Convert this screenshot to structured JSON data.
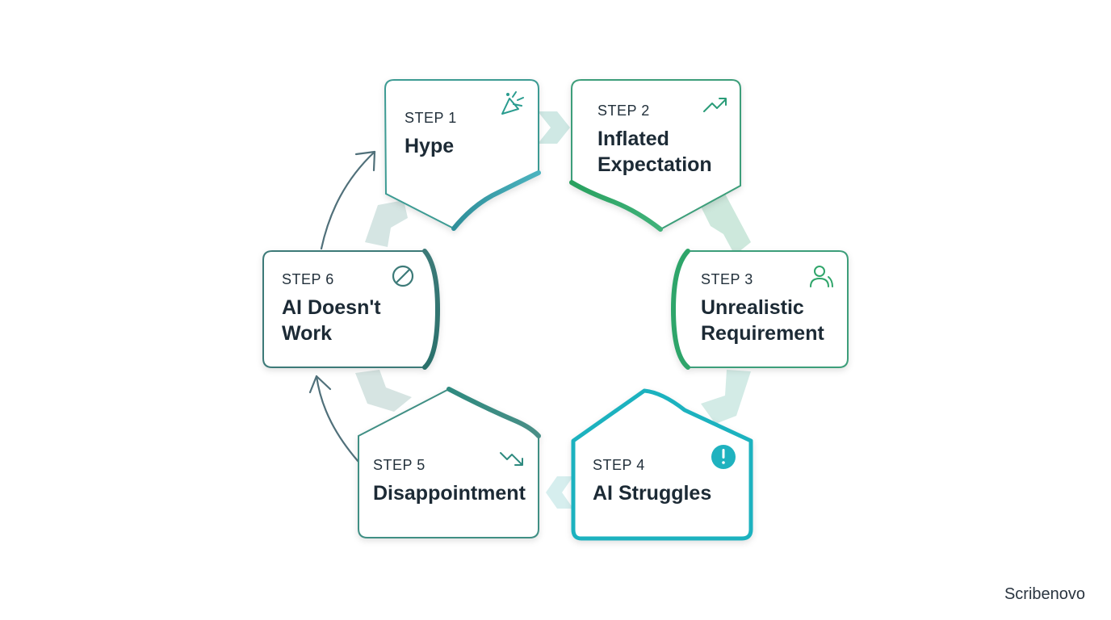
{
  "steps": [
    {
      "label": "STEP 1",
      "title": "Hype",
      "icon": "party-popper-icon"
    },
    {
      "label": "STEP 2",
      "title": "Inflated Expectation",
      "icon": "trending-up-icon"
    },
    {
      "label": "STEP 3",
      "title": "Unrealistic Requirement",
      "icon": "user-icon"
    },
    {
      "label": "STEP 4",
      "title": "AI Struggles",
      "icon": "alert-icon"
    },
    {
      "label": "STEP 5",
      "title": "Disappointment",
      "icon": "trending-down-icon"
    },
    {
      "label": "STEP 6",
      "title": "AI Doesn't Work",
      "icon": "prohibited-icon"
    }
  ],
  "brand": "Scribenovo",
  "colors": {
    "teal": "#3aa6b0",
    "green": "#2fa56a",
    "cyan": "#1fb2bf",
    "slate": "#3e7b79",
    "border": "#3d8f80",
    "text": "#1c2a35"
  }
}
